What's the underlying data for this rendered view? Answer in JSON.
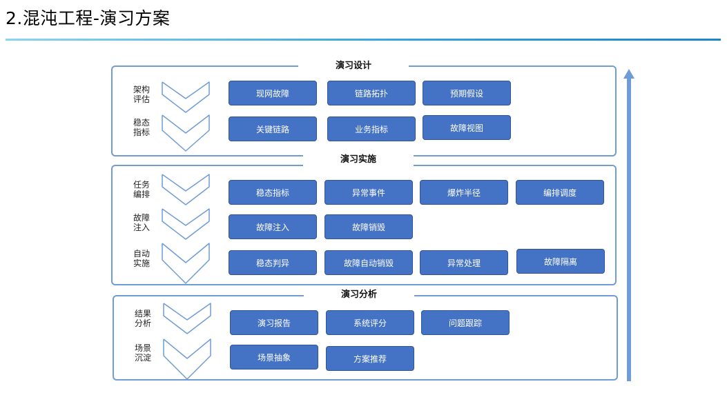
{
  "title": "2.混沌工程-演习方案",
  "accent_color": "#4472c4",
  "border_color": "#6f9bd6",
  "sections": [
    {
      "title": "演习设计",
      "rows": [
        {
          "label": "架构\n评估",
          "buttons": [
            "现网故障",
            "链路拓扑",
            "预期假设"
          ]
        },
        {
          "label": "稳态\n指标",
          "buttons": [
            "关键链路",
            "业务指标",
            "故障视图"
          ]
        }
      ]
    },
    {
      "title": "演习实施",
      "rows": [
        {
          "label": "任务\n编排",
          "buttons": [
            "稳态指标",
            "异常事件",
            "爆炸半径",
            "编排调度"
          ]
        },
        {
          "label": "故障\n注入",
          "buttons": [
            "故障注入",
            "故障销毁"
          ]
        },
        {
          "label": "自动\n实施",
          "buttons": [
            "稳态判异",
            "故障自动销毁",
            "异常处理",
            "故障隔离"
          ]
        }
      ]
    },
    {
      "title": "演习分析",
      "rows": [
        {
          "label": "结果\n分析",
          "buttons": [
            "演习报告",
            "系统评分",
            "问题跟踪"
          ]
        },
        {
          "label": "场景\n沉淀",
          "buttons": [
            "场景抽象",
            "方案推荐"
          ]
        }
      ]
    }
  ],
  "icons": {
    "chevron": "chevron-down-icon",
    "arrow": "arrow-up-icon"
  }
}
